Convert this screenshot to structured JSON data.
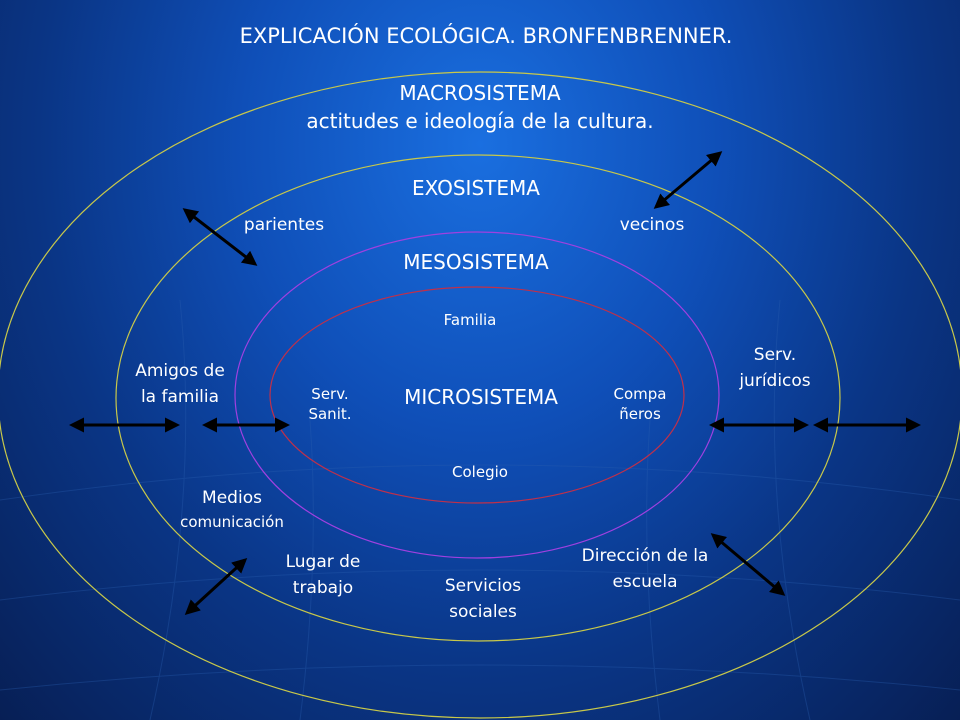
{
  "title": "EXPLICACIÓN ECOLÓGICA. BRONFENBRENNER.",
  "macro": {
    "label": "MACROSISTEMA",
    "description": "actitudes e ideología de la cultura."
  },
  "exo": {
    "label": "EXOSISTEMA",
    "items": [
      "parientes",
      "vecinos"
    ]
  },
  "meso": {
    "label": "MESOSISTEMA"
  },
  "micro": {
    "label": "MICROSISTEMA",
    "items": {
      "top": "Familia",
      "left": [
        "Serv.",
        "Sanit."
      ],
      "right": [
        "Compa",
        "ñeros"
      ],
      "bottom": "Colegio"
    }
  },
  "outer_labels": {
    "amigos": [
      "Amigos de",
      "la familia"
    ],
    "serv_juridicos": [
      "Serv.",
      "jurídicos"
    ],
    "medios": [
      "Medios",
      "comunicación"
    ],
    "lugar_trabajo": [
      "Lugar de",
      "trabajo"
    ],
    "servicios_sociales": [
      "Servicios",
      "sociales"
    ],
    "direccion_escuela": [
      "Dirección de la",
      "escuela"
    ]
  },
  "colors": {
    "macro_ring": "#c8c84a",
    "exo_ring": "#c8c84a",
    "meso_ring": "#a040e0",
    "micro_ring": "#c0304a",
    "arrow": "#000000"
  }
}
